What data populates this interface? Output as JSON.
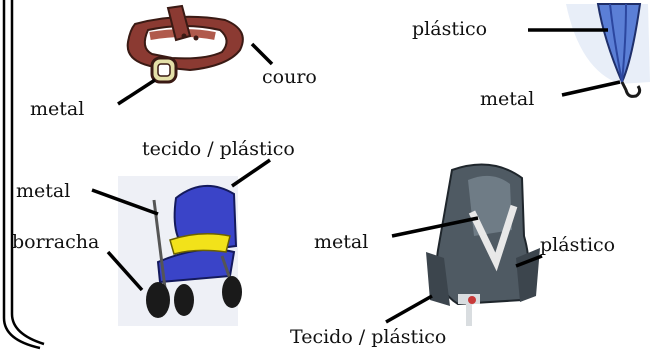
{
  "labels": {
    "belt_leather": "couro",
    "belt_metal": "metal",
    "umbrella_plastic": "plástico",
    "umbrella_metal": "metal",
    "stroller_fabric_plastic": "tecido / plástico",
    "stroller_metal": "metal",
    "stroller_rubber": "borracha",
    "carseat_metal": "metal",
    "carseat_plastic": "plástico",
    "carseat_fabric_plastic": "Tecido / plástico"
  },
  "colors": {
    "frame": "#000000",
    "belt": "#8b3a32",
    "umbrella": "#5b7fd6",
    "stroller": "#3a44c8",
    "stroller_accent": "#f2e21a",
    "carseat": "#4f5a63",
    "carseat_harness": "#e8e8e8"
  },
  "icons": [
    "belt-icon",
    "umbrella-icon",
    "stroller-icon",
    "car-seat-icon"
  ]
}
